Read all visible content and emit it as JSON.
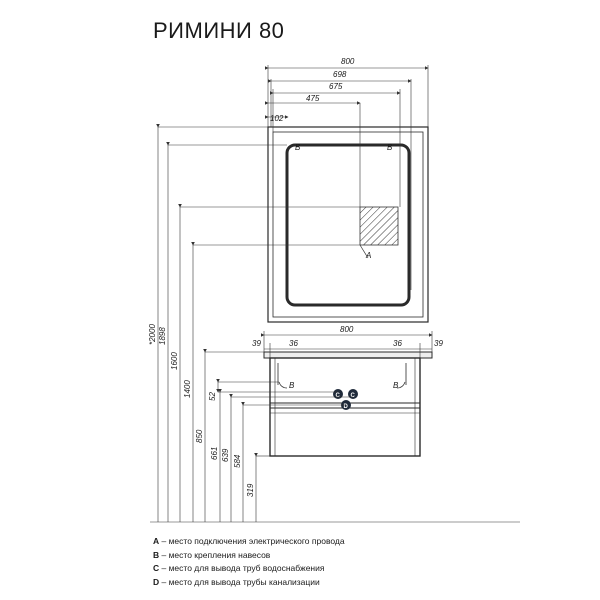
{
  "title": "РИМИНИ  80",
  "top_dims": [
    "800",
    "698",
    "675",
    "475",
    "102"
  ],
  "cabinet_width": "800",
  "cabinet_offsets": [
    "39",
    "36",
    "36",
    "39"
  ],
  "vertical_dims": [
    "*2000",
    "1898",
    "1600",
    "1400",
    "850",
    "661",
    "639",
    "584",
    "319",
    "52"
  ],
  "markers": {
    "a": "A",
    "b": "B",
    "c": "C",
    "d": "D"
  },
  "legend": [
    {
      "key": "A",
      "text": " – место подключения электрического провода"
    },
    {
      "key": "B",
      "text": " – место крепления навесов"
    },
    {
      "key": "C",
      "text": " – место для вывода труб водоснабжения"
    },
    {
      "key": "D",
      "text": " – место для вывода трубы канализации"
    }
  ],
  "colors": {
    "line": "#2a2a2a",
    "fill_dark": "#1f2a3a",
    "hatch": "#333333"
  }
}
